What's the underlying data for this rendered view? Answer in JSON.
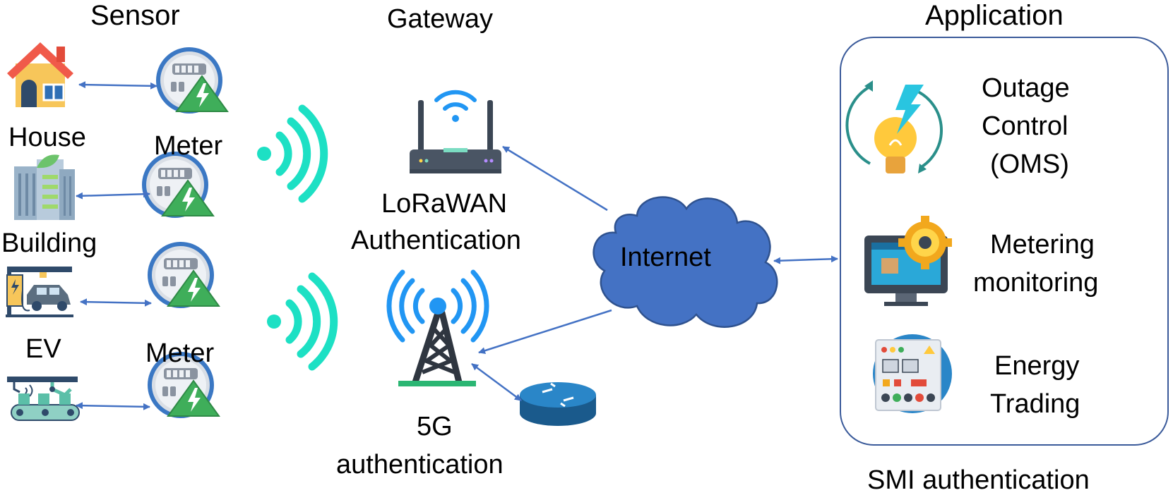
{
  "headers": {
    "sensor": "Sensor",
    "gateway": "Gateway",
    "application": "Application"
  },
  "sensors": {
    "house": "House",
    "building": "Building",
    "ev": "EV",
    "meter_top": "Meter",
    "meter_bottom": "Meter"
  },
  "gateway": {
    "lorawan_line1": "LoRaWAN",
    "lorawan_line2": "Authentication",
    "fiveg_line1": "5G",
    "fiveg_line2": "authentication"
  },
  "network": {
    "internet": "Internet"
  },
  "application": {
    "outage_line1": "Outage",
    "outage_line2": "Control",
    "outage_line3": "(OMS)",
    "metering_line1": "Metering",
    "metering_line2": "monitoring",
    "energy_line1": "Energy",
    "energy_line2": "Trading",
    "footer": "SMI authentication"
  },
  "colors": {
    "arrow": "#4472c4",
    "cloud": "#4472c4",
    "wireless": "#1de0c4",
    "signal": "#2196f3",
    "meter_badge": "#3fae5a",
    "box_border": "#3a5a9a"
  },
  "icons": [
    "house-icon",
    "building-icon",
    "ev-charger-icon",
    "factory-robot-icon",
    "smart-meter-icon",
    "wireless-signal-icon",
    "wifi-router-icon",
    "cell-tower-icon",
    "network-router-icon",
    "cloud-icon",
    "outage-bulb-icon",
    "monitor-gear-icon",
    "control-panel-icon"
  ]
}
